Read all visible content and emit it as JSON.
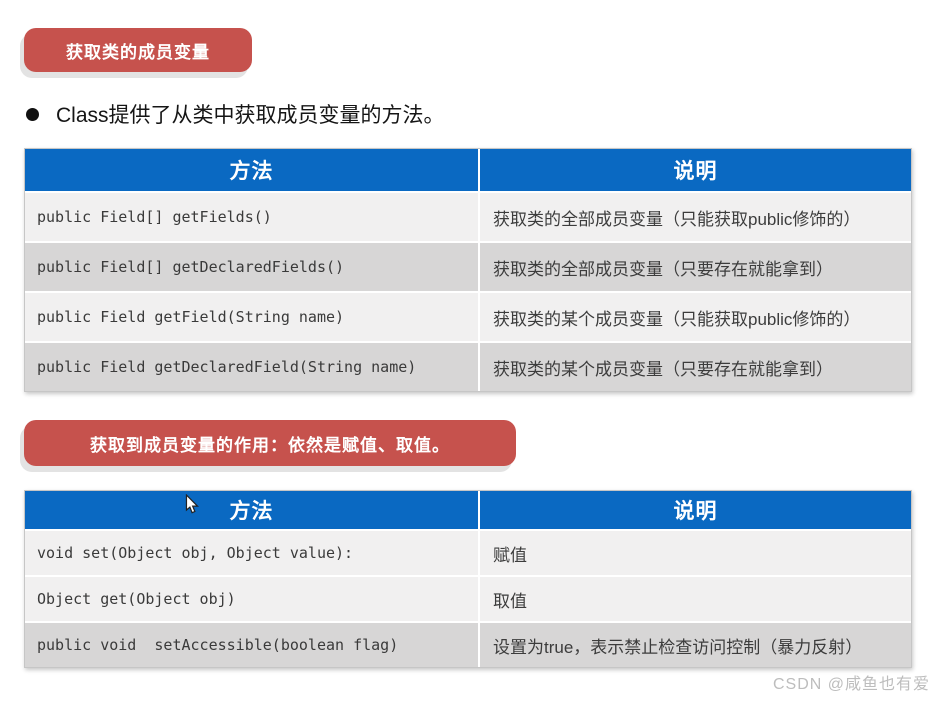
{
  "slide": {
    "badge_primary": "获取类的成员变量",
    "bullet_point": "Class提供了从类中获取成员变量的方法。",
    "badge_secondary": "获取到成员变量的作用：依然是赋值、取值。",
    "watermark": "CSDN @咸鱼也有爱"
  },
  "colors": {
    "table_header_blue": "#0A69C2",
    "badge_red": "#C6524D",
    "row_light": "#F1F0F0",
    "row_dark": "#D7D6D6"
  },
  "tables": [
    {
      "headers": [
        "方法",
        "说明"
      ],
      "rows": [
        {
          "method": "public Field[] getFields()",
          "desc": "获取类的全部成员变量（只能获取public修饰的）"
        },
        {
          "method": "public Field[] getDeclaredFields()",
          "desc": "获取类的全部成员变量（只要存在就能拿到）"
        },
        {
          "method": "public Field getField(String name)",
          "desc": "获取类的某个成员变量（只能获取public修饰的）"
        },
        {
          "method": "public Field getDeclaredField(String name)",
          "desc": "获取类的某个成员变量（只要存在就能拿到）"
        }
      ]
    },
    {
      "headers": [
        "方法",
        "说明"
      ],
      "rows": [
        {
          "method": "void set(Object obj, Object value):",
          "desc": "赋值"
        },
        {
          "method": "Object get(Object obj)",
          "desc": "取值"
        },
        {
          "method": "public void  setAccessible(boolean flag)",
          "desc": "设置为true，表示禁止检查访问控制（暴力反射）"
        }
      ]
    }
  ]
}
